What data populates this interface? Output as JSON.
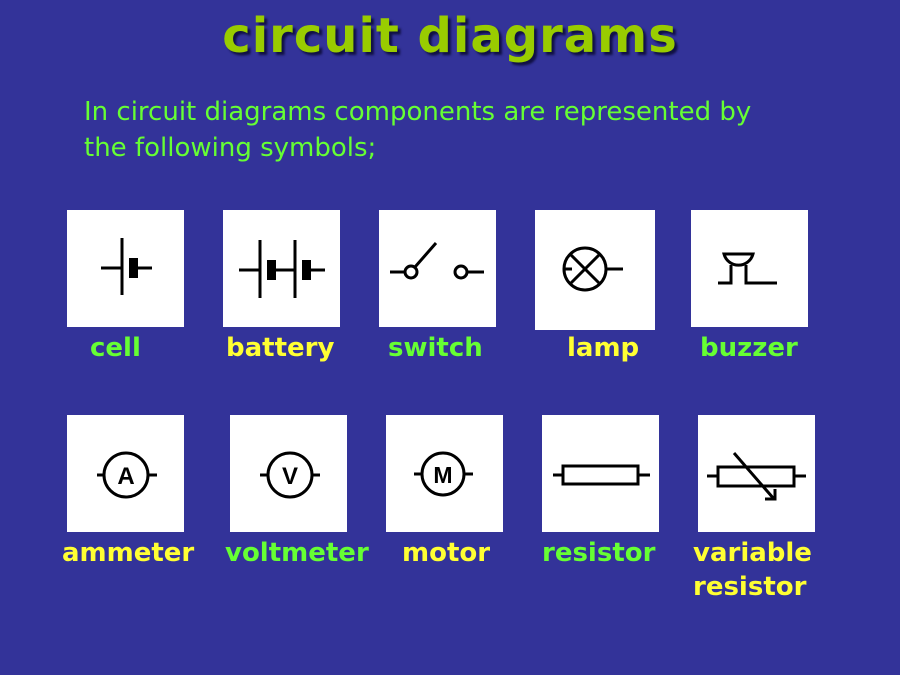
{
  "slide": {
    "title": "circuit diagrams",
    "intro_line1": "In circuit diagrams components are represented by",
    "intro_line2": "the following symbols;",
    "colors": {
      "background": "#333399",
      "title": "#99cc00",
      "green_text": "#66ff33",
      "yellow_text": "#ffff33"
    }
  },
  "symbols": [
    {
      "label": "cell",
      "icon": "cell-symbol-icon",
      "color": "green"
    },
    {
      "label": "battery",
      "icon": "battery-symbol-icon",
      "color": "yellow"
    },
    {
      "label": "switch",
      "icon": "switch-symbol-icon",
      "color": "green"
    },
    {
      "label": "lamp",
      "icon": "lamp-symbol-icon",
      "color": "yellow"
    },
    {
      "label": "buzzer",
      "icon": "buzzer-symbol-icon",
      "color": "green"
    },
    {
      "label": "ammeter",
      "icon": "ammeter-symbol-icon",
      "color": "yellow",
      "glyph": "A"
    },
    {
      "label": "voltmeter",
      "icon": "voltmeter-symbol-icon",
      "color": "green",
      "glyph": "V"
    },
    {
      "label": "motor",
      "icon": "motor-symbol-icon",
      "color": "yellow",
      "glyph": "M"
    },
    {
      "label": "resistor",
      "icon": "resistor-symbol-icon",
      "color": "green"
    },
    {
      "label_line1": "variable",
      "label_line2": "resistor",
      "icon": "variable-resistor-symbol-icon",
      "color": "yellow"
    }
  ]
}
